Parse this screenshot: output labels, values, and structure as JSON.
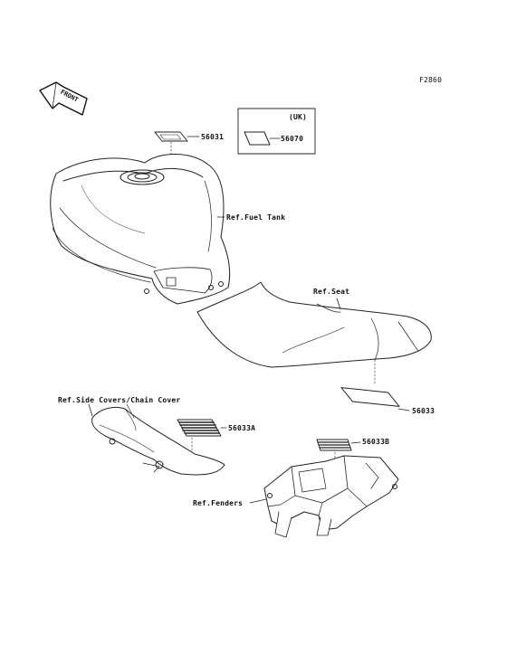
{
  "figure_code": "F2860",
  "front_label": "FRONT",
  "uk_label": "(UK)",
  "parts": [
    {
      "number": "56031"
    },
    {
      "number": "56070"
    },
    {
      "number": "56033"
    },
    {
      "number": "56033A"
    },
    {
      "number": "56033B"
    }
  ],
  "references": {
    "fuel_tank": "Ref.Fuel Tank",
    "seat": "Ref.Seat",
    "side_covers": "Ref.Side Covers/Chain Cover",
    "fenders": "Ref.Fenders"
  },
  "colors": {
    "line": "#222222",
    "background": "#ffffff"
  }
}
